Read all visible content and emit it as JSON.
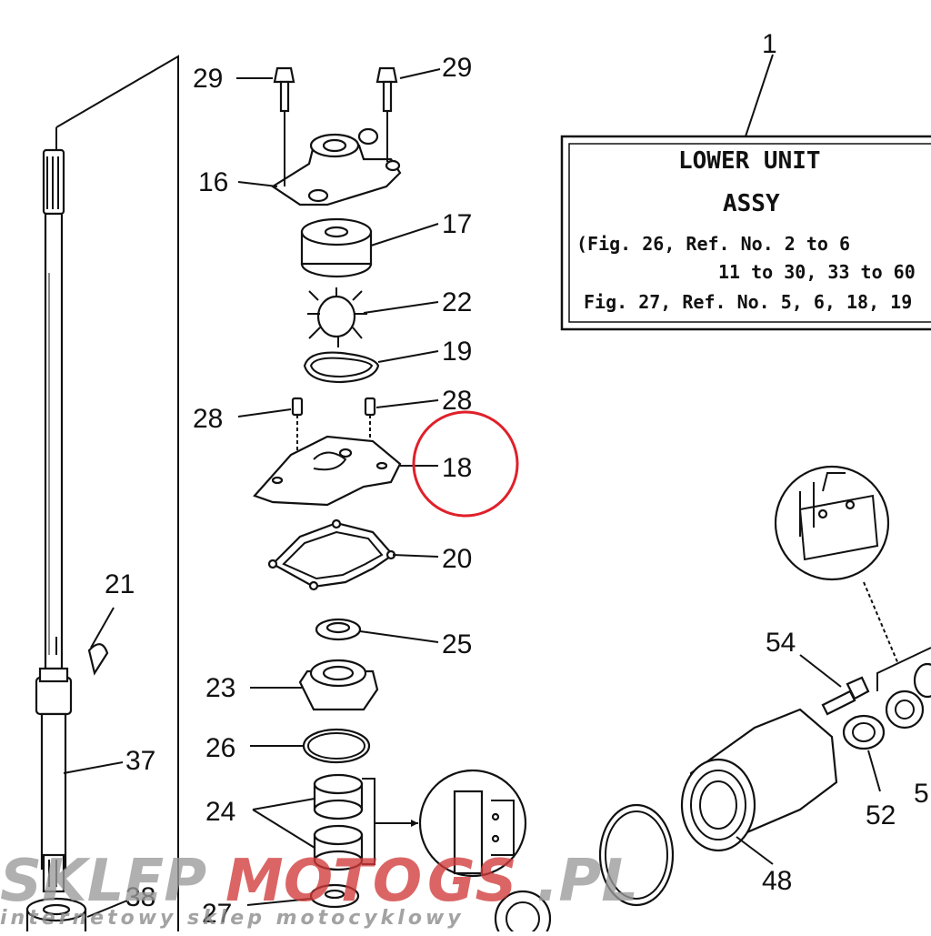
{
  "info_box": {
    "ref_number": "1",
    "line1": "LOWER UNIT",
    "line2": "ASSY",
    "line3": "(Fig. 26, Ref. No. 2 to 6",
    "line4": "11 to 30, 33 to 60",
    "line5": "Fig. 27, Ref. No. 5, 6, 18, 19"
  },
  "callouts": {
    "c29a": "29",
    "c29b": "29",
    "c16": "16",
    "c17": "17",
    "c22": "22",
    "c19": "19",
    "c28a": "28",
    "c28b": "28",
    "c18": "18",
    "c20": "20",
    "c21": "21",
    "c25": "25",
    "c23": "23",
    "c37": "37",
    "c26": "26",
    "c24": "24",
    "c38": "38",
    "c27": "27",
    "c54": "54",
    "c52": "52",
    "c48": "48",
    "c5x": "5"
  },
  "highlight": {
    "target": "18",
    "color": "#e0202a"
  },
  "watermark": {
    "brand_a": "SKLEP",
    "brand_b": "MOTO",
    "brand_c": "GS",
    "brand_d": ".PL",
    "tagline": "internetowy sklep motocyklowy",
    "color_gray": "#9a9a9a",
    "color_red": "#d23a3a"
  }
}
